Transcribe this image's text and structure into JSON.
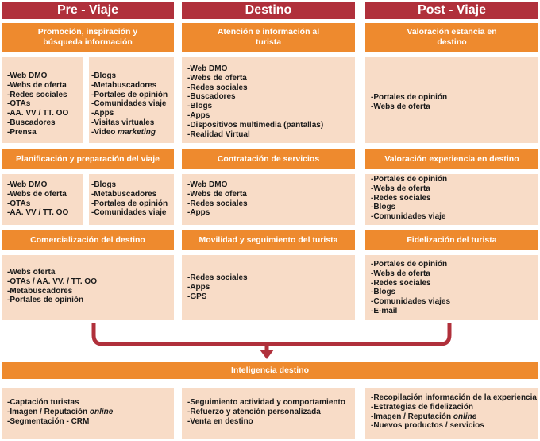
{
  "columns": [
    {
      "title": "Pre - Viaje"
    },
    {
      "title": "Destino"
    },
    {
      "title": "Post - Viaje"
    }
  ],
  "row1": {
    "headers": [
      "Promoción, inspiración y búsqueda información",
      "Atención e información al turista",
      "Valoración estancia en destino"
    ],
    "pre_a": [
      "-Web DMO",
      "-Webs de oferta",
      "-Redes sociales",
      "-OTAs",
      "-AA. VV / TT. OO",
      "-Buscadores",
      "-Prensa"
    ],
    "pre_b": [
      "-Blogs",
      "-Metabuscadores",
      "-Portales de opinión",
      "-Comunidades viaje",
      "-Apps",
      "-Visitas virtuales",
      "-Video "
    ],
    "pre_b_italic": "marketing",
    "destino": [
      "-Web DMO",
      "-Webs de oferta",
      "-Redes sociales",
      "-Buscadores",
      "-Blogs",
      "-Apps",
      "-Dispositivos multimedia (pantallas)",
      "-Realidad Virtual"
    ],
    "post": [
      "-Portales de opinión",
      "-Webs de oferta"
    ]
  },
  "row2": {
    "headers": [
      "Planificación y preparación del viaje",
      "Contratación de servicios",
      "Valoración experiencia en destino"
    ],
    "pre_a": [
      "-Web DMO",
      "-Webs de oferta",
      "-OTAs",
      "-AA. VV / TT. OO"
    ],
    "pre_b": [
      "-Blogs",
      "-Metabuscadores",
      "-Portales de opinión",
      "-Comunidades viaje"
    ],
    "destino": [
      "-Web DMO",
      "-Webs de oferta",
      "-Redes sociales",
      "-Apps"
    ],
    "post": [
      "-Portales de opinión",
      "-Webs de oferta",
      "-Redes sociales",
      "-Blogs",
      "-Comunidades viaje"
    ]
  },
  "row3": {
    "headers": [
      "Comercialización del destino",
      "Movilidad y seguimiento del turista",
      "Fidelización del turista"
    ],
    "pre": [
      "-Webs oferta",
      "-OTAs / AA. VV. / TT. OO",
      "-Metabuscadores",
      "-Portales de opinión"
    ],
    "destino": [
      "-Redes sociales",
      "-Apps",
      "-GPS"
    ],
    "post": [
      "-Portales de opinión",
      "-Webs de oferta",
      "-Redes sociales",
      "-Blogs",
      "-Comunidades viajes",
      "-E-mail"
    ]
  },
  "intelligence": {
    "title": "Inteligencia destino",
    "pre": [
      "-Captación turistas",
      "-Imagen / Reputación ",
      "-Segmentación - CRM"
    ],
    "pre_italic": "online",
    "destino": [
      "-Seguimiento actividad y comportamiento",
      "-Refuerzo y atención personalizada",
      "-Venta en destino"
    ],
    "post": [
      "-Recopilación información de la experiencia",
      "-Estrategias de fidelización",
      "-Imagen / Reputación ",
      "-Nuevos productos / servicios"
    ],
    "post_italic": "online"
  },
  "colors": {
    "header": "#b0303b",
    "subheader": "#ee8a2e",
    "box": "#f8dcc7",
    "arrow": "#b0303b"
  }
}
